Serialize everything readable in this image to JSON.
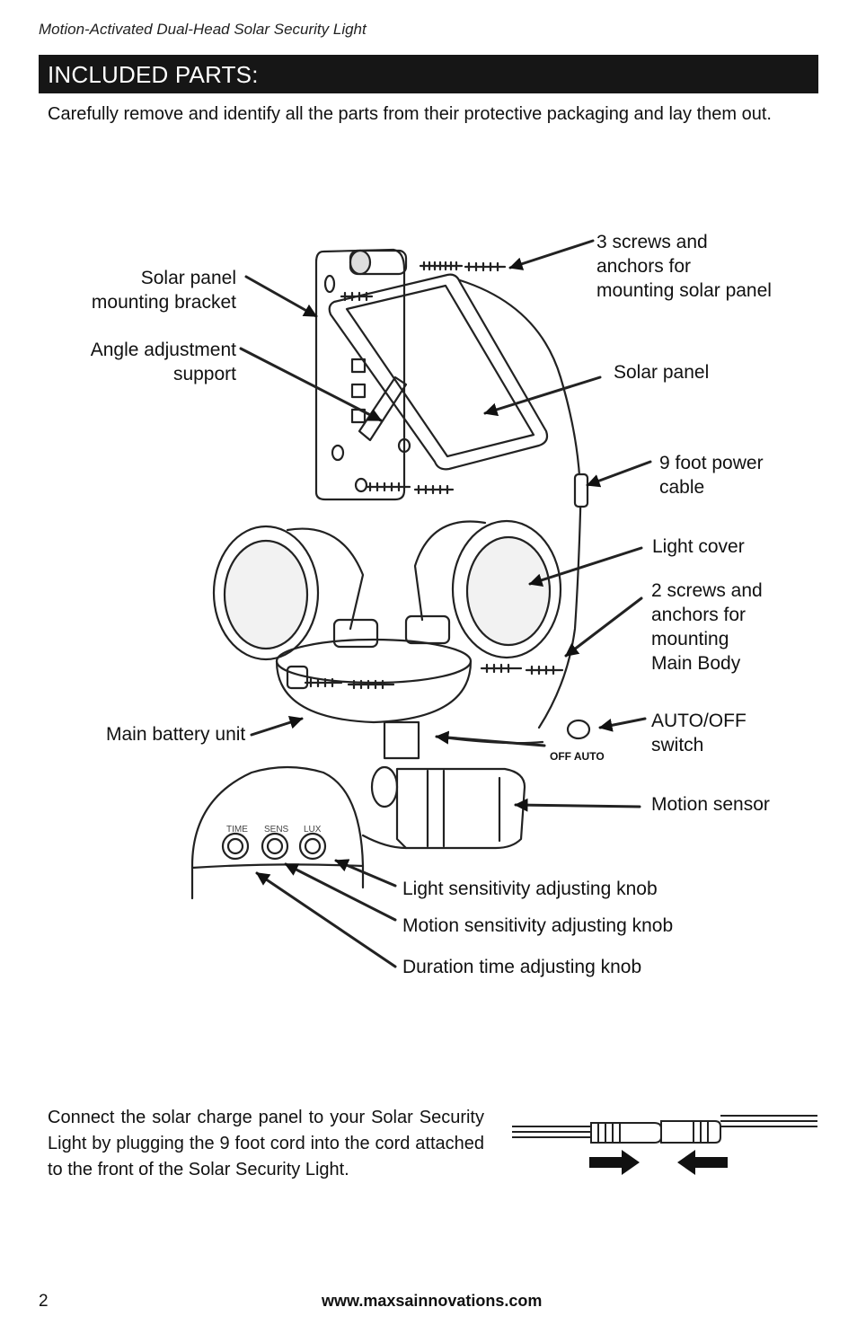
{
  "header": {
    "running_title": "Motion-Activated Dual-Head Solar Security Light",
    "section_title": "INCLUDED PARTS:",
    "intro": "Carefully remove and identify all the parts from their protective packaging and lay them out."
  },
  "diagram": {
    "labels": {
      "screws_panel": "3 screws and\nanchors for\nmounting solar panel",
      "mounting_bracket": "Solar panel\nmounting bracket",
      "angle_support": "Angle adjustment\nsupport",
      "solar_panel": "Solar panel",
      "power_cable": "9 foot power\ncable",
      "light_cover": "Light cover",
      "screws_body": "2 screws and\nanchors for\nmounting\nMain Body",
      "battery_unit": "Main battery unit",
      "auto_off_switch": "AUTO/OFF\nswitch",
      "motion_sensor": "Motion sensor",
      "light_knob": "Light sensitivity adjusting knob",
      "motion_knob": "Motion sensitivity adjusting knob",
      "duration_knob": "Duration time adjusting knob"
    },
    "switch_positions": "OFF AUTO",
    "knob_labels": [
      "TIME",
      "SENS",
      "LUX"
    ]
  },
  "connect": {
    "text": "Connect the solar charge panel to your Solar Security Light by plugging the 9 foot cord into the cord attached to the front of the Solar Security Light."
  },
  "footer": {
    "page_number": "2",
    "url": "www.maxsainnovations.com"
  }
}
